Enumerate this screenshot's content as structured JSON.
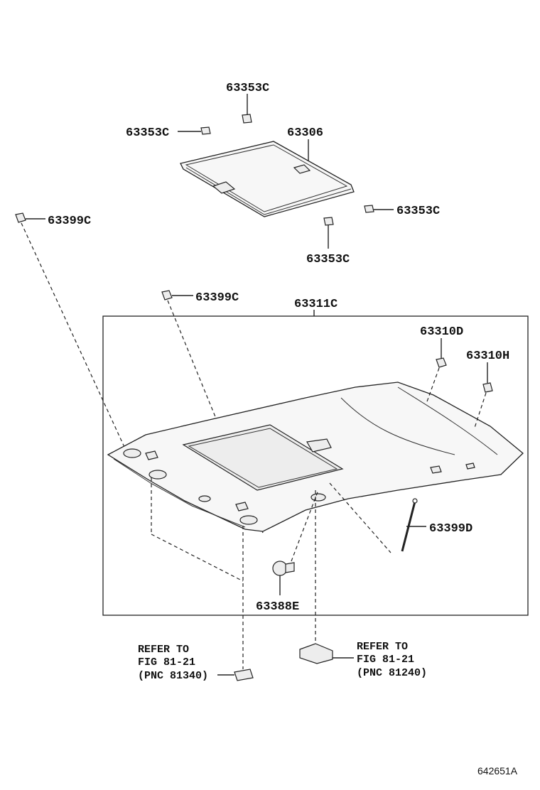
{
  "labels": {
    "p63353c_top": "63353C",
    "p63353c_left": "63353C",
    "p63306": "63306",
    "p63353c_right": "63353C",
    "p63353c_bottom": "63353C",
    "p63399c_left": "63399C",
    "p63399c_mid": "63399C",
    "p63311c": "63311C",
    "p63310d": "63310D",
    "p63310h": "63310H",
    "p63399d": "63399D",
    "p63388e": "63388E"
  },
  "refs": {
    "left": {
      "line1": "REFER TO",
      "line2": "FIG 81-21",
      "line3": "(PNC 81340)"
    },
    "right": {
      "line1": "REFER TO",
      "line2": "FIG 81-21",
      "line3": "(PNC 81240)"
    }
  },
  "figure_id": "642651A"
}
